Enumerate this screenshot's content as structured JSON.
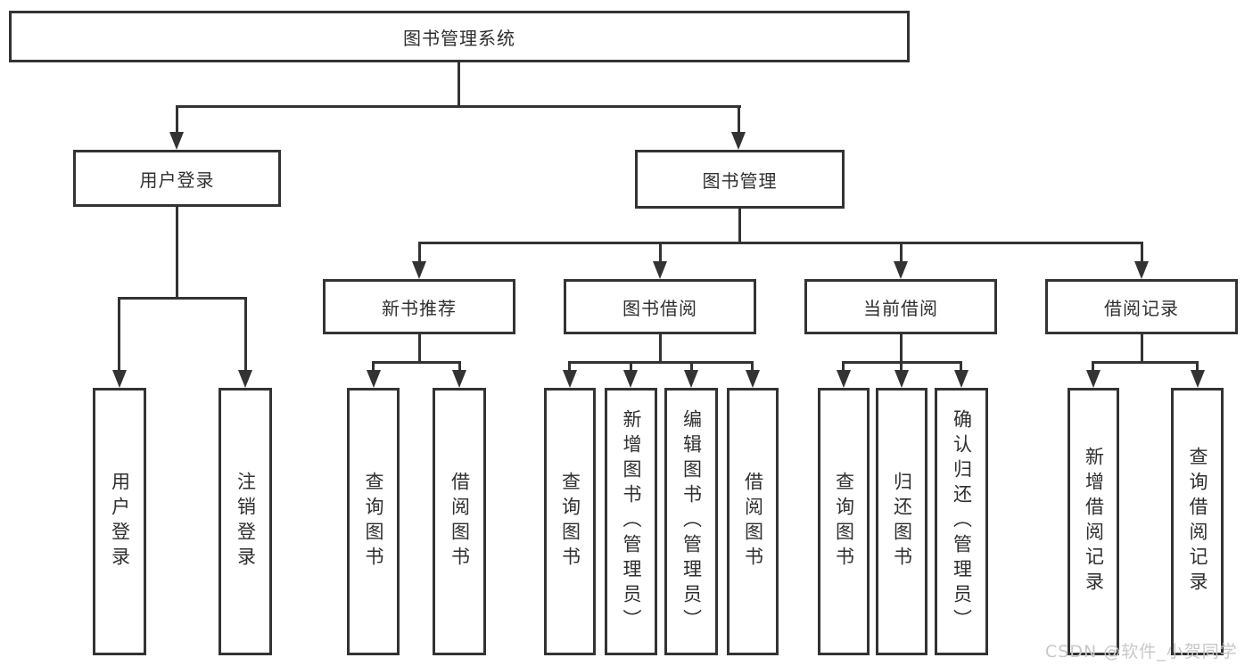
{
  "tree": {
    "root": {
      "label": "图书管理系统"
    },
    "branches": [
      {
        "label": "用户登录",
        "children": [
          {
            "label": "用户登录"
          },
          {
            "label": "注销登录"
          }
        ]
      },
      {
        "label": "图书管理",
        "children": [
          {
            "label": "新书推荐",
            "children": [
              {
                "label": "查询图书"
              },
              {
                "label": "借阅图书"
              }
            ]
          },
          {
            "label": "图书借阅",
            "children": [
              {
                "label": "查询图书"
              },
              {
                "label": "新增图书（管理员）"
              },
              {
                "label": "编辑图书（管理员）"
              },
              {
                "label": "借阅图书"
              }
            ]
          },
          {
            "label": "当前借阅",
            "children": [
              {
                "label": "查询图书"
              },
              {
                "label": "归还图书"
              },
              {
                "label": "确认归还（管理员）"
              }
            ]
          },
          {
            "label": "借阅记录",
            "children": [
              {
                "label": "新增借阅记录"
              },
              {
                "label": "查询借阅记录"
              }
            ]
          }
        ]
      }
    ]
  },
  "watermark": {
    "text": "CSDN @软件_小贺同学"
  },
  "colors": {
    "line": "#333333",
    "text": "#2f2f2f",
    "watermark": "#c8c8c8",
    "background": "#ffffff"
  }
}
